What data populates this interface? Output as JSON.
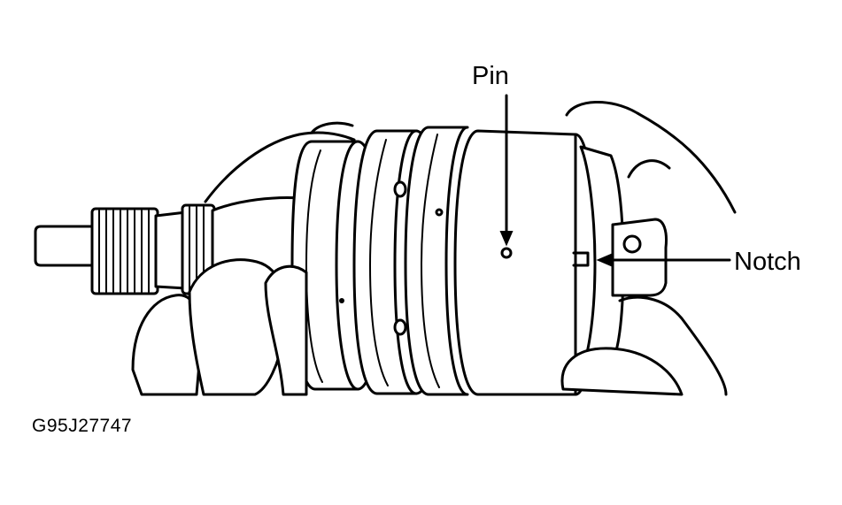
{
  "figure": {
    "labels": {
      "pin": "Pin",
      "notch": "Notch"
    },
    "figure_code": "G95J27747",
    "colors": {
      "line": "#000000",
      "background": "#ffffff"
    }
  }
}
